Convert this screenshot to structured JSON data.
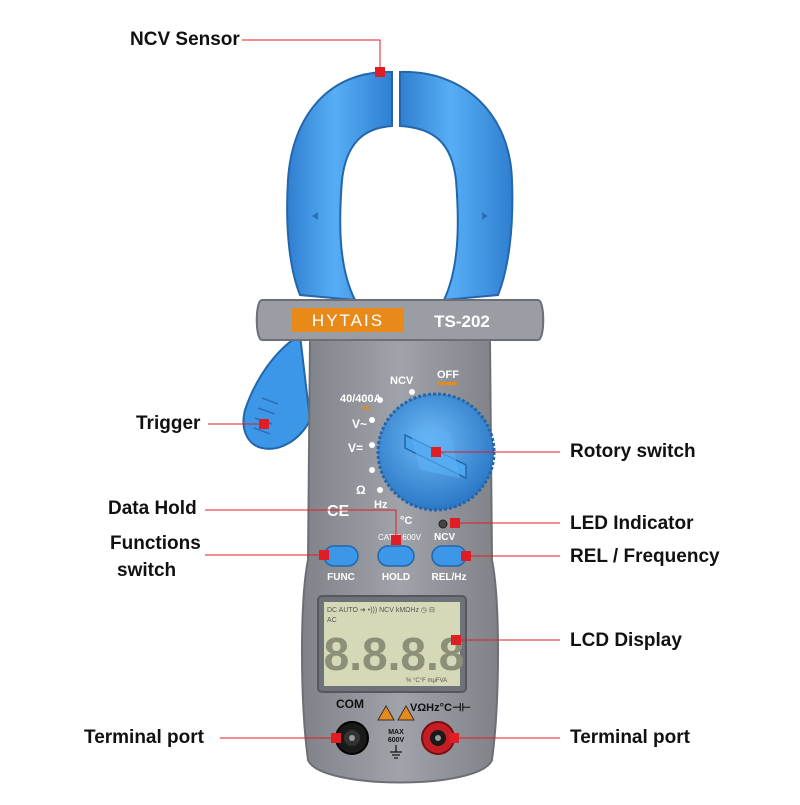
{
  "device": {
    "brand": "HYTAIS",
    "model": "TS-202",
    "ce_mark": "CE",
    "cat_rating": "CATIII 600V",
    "dial": {
      "off": "OFF",
      "ncv": "NCV",
      "acv_range": "40/400A",
      "hz_small": "Hz",
      "vac": "V~",
      "vdc": "V=",
      "ohm": "Ω",
      "hz": "Hz",
      "temp": "°C"
    },
    "buttons": {
      "func": "FUNC",
      "hold": "HOLD",
      "relhz": "REL/Hz"
    },
    "ncv_indicator_label": "NCV",
    "lcd": {
      "top_annunciators": "DC AUTO ➔ •))) NCV kMΩHz ◷ ⊟",
      "ac": "AC",
      "digits": "8.8.8.8",
      "bottom_annunciators": "% °C°F mμFVA"
    },
    "terminals": {
      "com": "COM",
      "vohm": "VΩHz°C⊣⊢",
      "max_line1": "MAX",
      "max_line2": "600V"
    }
  },
  "callouts": {
    "ncv_sensor": "NCV Sensor",
    "trigger": "Trigger",
    "rotary_switch": "Rotory switch",
    "data_hold": "Data Hold",
    "functions_switch_line1": "Functions",
    "functions_switch_line2": "switch",
    "led_indicator": "LED Indicator",
    "rel_frequency": "REL / Frequency",
    "lcd_display": "LCD Display",
    "terminal_port_left": "Terminal port",
    "terminal_port_right": "Terminal port"
  },
  "colors": {
    "clamp_blue": "#3d97e8",
    "body_grey": "#8e9197",
    "accent_orange": "#e88a1a",
    "marker_red": "#e01c24",
    "lcd_bg": "#d6d9b8"
  }
}
